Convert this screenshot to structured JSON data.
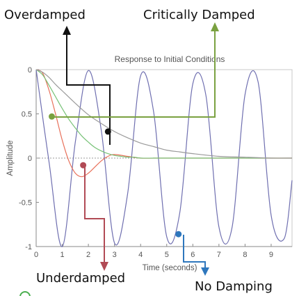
{
  "chart_data": {
    "type": "line",
    "title": "Response to Initial Conditions",
    "xlabel": "Time (seconds)",
    "ylabel": "Amplitude",
    "xlim": [
      0,
      9.8
    ],
    "ylim": [
      -1,
      1
    ],
    "y_axis_inverted": true,
    "grid": false,
    "x_ticks": [
      0,
      1,
      2,
      3,
      4,
      5,
      6,
      7,
      8,
      9
    ],
    "x_tick_labels": [
      "0",
      "1",
      "2",
      "3",
      "4",
      "5",
      "6",
      "7",
      "8",
      "9"
    ],
    "y_ticks": [
      1,
      0.5,
      0,
      -0.5,
      -1
    ],
    "y_tick_labels": [
      "0",
      "0.5",
      "0",
      "-0.5",
      "-1"
    ],
    "zero_reference_line": true,
    "series": [
      {
        "key": "none",
        "color": "#6f6fb0",
        "x": [
          0,
          0.5,
          1,
          1.5,
          2,
          2.5,
          3,
          3.5,
          4,
          4.5,
          5,
          5.5,
          6,
          6.5,
          7,
          7.5,
          8,
          8.5,
          9,
          9.5,
          9.8
        ],
        "y": [
          1,
          -0.06,
          -1,
          0.18,
          0.99,
          0.3,
          -0.96,
          -0.41,
          0.93,
          0.52,
          -0.89,
          -0.62,
          0.84,
          0.71,
          -0.78,
          -0.79,
          0.72,
          0.86,
          -0.65,
          -0.91,
          -0.25
        ]
      },
      {
        "key": "under",
        "color": "#e8705a",
        "x": [
          0,
          0.25,
          0.5,
          0.75,
          1,
          1.25,
          1.5,
          1.75,
          2,
          2.25,
          2.5,
          2.75,
          3,
          3.5,
          4,
          4.5,
          5,
          9.8
        ],
        "y": [
          1,
          0.96,
          0.76,
          0.49,
          0.2,
          -0.03,
          -0.17,
          -0.21,
          -0.17,
          -0.1,
          -0.03,
          0.02,
          0.04,
          0.02,
          0,
          0,
          0,
          0
        ]
      },
      {
        "key": "critical",
        "color": "#77c277",
        "x": [
          0,
          0.25,
          0.5,
          0.75,
          1,
          1.25,
          1.5,
          1.75,
          2,
          2.25,
          2.5,
          2.75,
          3,
          3.25,
          3.5,
          3.75,
          4,
          4.5,
          5,
          6,
          7,
          8,
          9,
          9.8
        ],
        "y": [
          1,
          0.94,
          0.82,
          0.69,
          0.56,
          0.44,
          0.34,
          0.25,
          0.18,
          0.12,
          0.08,
          0.05,
          0.03,
          0.02,
          0.01,
          0.01,
          0,
          0,
          0,
          0,
          0,
          0,
          0,
          0
        ]
      },
      {
        "key": "over",
        "color": "#9a9a9a",
        "x": [
          0,
          0.25,
          0.5,
          0.75,
          1,
          1.5,
          2,
          2.5,
          3,
          3.5,
          4,
          4.5,
          5,
          5.5,
          6,
          7,
          8,
          9,
          9.8
        ],
        "y": [
          1,
          0.97,
          0.91,
          0.83,
          0.76,
          0.62,
          0.49,
          0.39,
          0.3,
          0.23,
          0.17,
          0.13,
          0.09,
          0.07,
          0.05,
          0.02,
          0.01,
          0,
          0
        ]
      }
    ],
    "annotations": [
      {
        "key": "over",
        "text": "Overdamped",
        "point": [
          2.75,
          0.3
        ],
        "color": "#111111"
      },
      {
        "key": "critical",
        "text": "Critically Damped",
        "point": [
          0.6,
          0.47
        ],
        "color": "#7aa140"
      },
      {
        "key": "under",
        "text": "Underdamped",
        "point": [
          1.8,
          -0.08
        ],
        "color": "#b14a55"
      },
      {
        "key": "none",
        "text": "No Damping",
        "point": [
          5.45,
          -0.86
        ],
        "color": "#2e77bd"
      }
    ]
  }
}
